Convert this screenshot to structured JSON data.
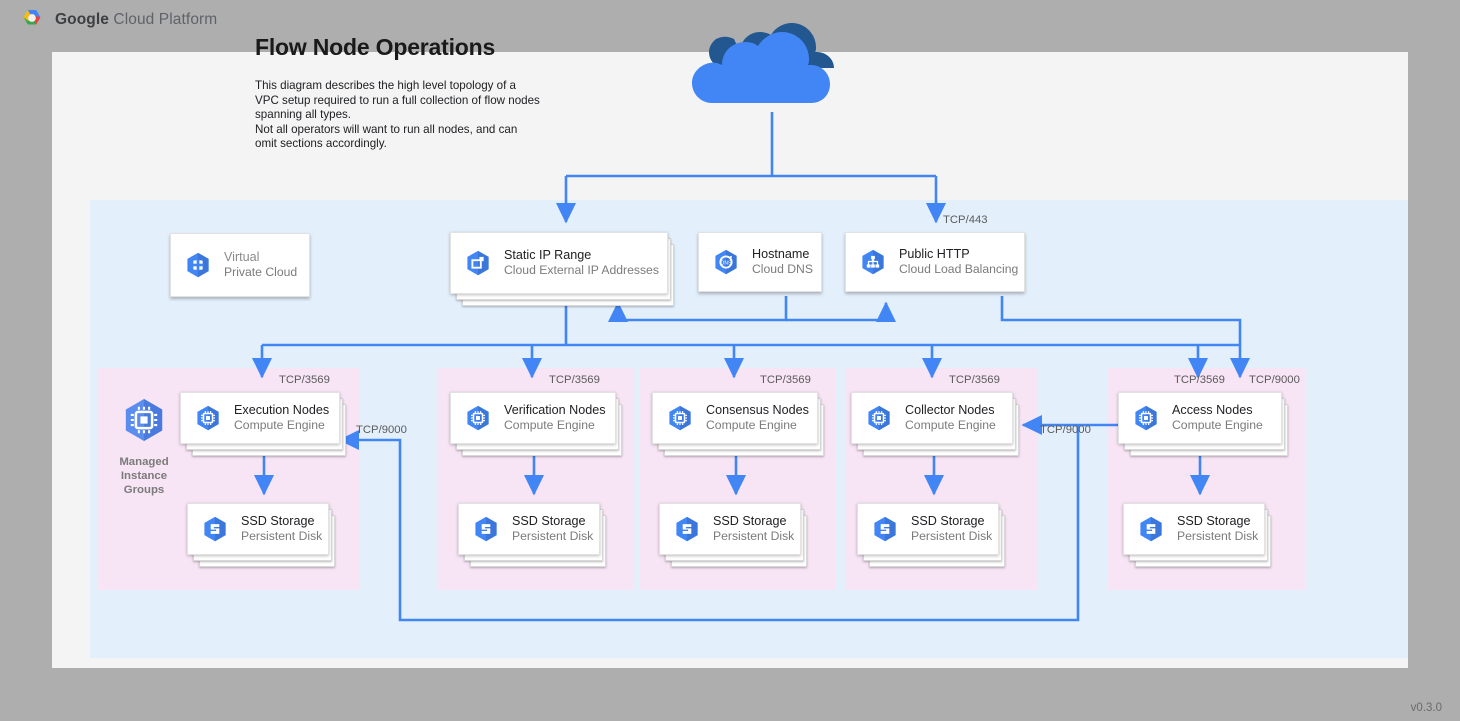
{
  "header": {
    "brand_bold": "Google",
    "brand_rest": " Cloud Platform",
    "logo_icon": "gcp-hexagon-logo"
  },
  "version": "v0.3.0",
  "diagram": {
    "title": "Flow Node Operations",
    "description": "This diagram describes the high level topology of a VPC setup required to run a full collection of flow nodes spanning all types.\nNot all operators will want to run all nodes, and can omit sections accordingly.",
    "internet_icon": "cloud-icon"
  },
  "colors": {
    "page_background": "#aeaeae",
    "canvas": "#f4f4f4",
    "vpc_region": "#e3f0fc",
    "group_box": "#f7e4f4",
    "connector": "#4285f4",
    "gcp_blue": "#4285f4",
    "text_primary": "#202124",
    "text_secondary": "#7b7b7b"
  },
  "top_nodes": [
    {
      "title": "Virtual",
      "subtitle": "Private Cloud",
      "icon": "virtual-private-cloud-icon",
      "muted": true,
      "stacked": false
    },
    {
      "title": "Static IP Range",
      "subtitle": "Cloud External IP Addresses",
      "icon": "external-ip-icon",
      "muted": false,
      "stacked": true
    },
    {
      "title": "Hostname",
      "subtitle": "Cloud DNS",
      "icon": "cloud-dns-icon",
      "muted": false,
      "stacked": false
    },
    {
      "title": "Public HTTP",
      "subtitle": "Cloud Load Balancing",
      "icon": "cloud-load-balancing-icon",
      "muted": false,
      "stacked": false
    }
  ],
  "managed_instance_groups": {
    "label": "Managed\nInstance\nGroups",
    "icon": "managed-instance-groups-icon"
  },
  "node_groups": [
    {
      "node_title": "Execution Nodes",
      "node_subtitle": "Compute Engine",
      "node_icon": "compute-engine-icon",
      "storage_title": "SSD Storage",
      "storage_subtitle": "Persistent Disk",
      "storage_icon": "persistent-disk-icon",
      "inbound_port": "TCP/3569"
    },
    {
      "node_title": "Verification Nodes",
      "node_subtitle": "Compute Engine",
      "node_icon": "compute-engine-icon",
      "storage_title": "SSD Storage",
      "storage_subtitle": "Persistent Disk",
      "storage_icon": "persistent-disk-icon",
      "inbound_port": "TCP/3569"
    },
    {
      "node_title": "Consensus Nodes",
      "node_subtitle": "Compute Engine",
      "node_icon": "compute-engine-icon",
      "storage_title": "SSD Storage",
      "storage_subtitle": "Persistent Disk",
      "storage_icon": "persistent-disk-icon",
      "inbound_port": "TCP/3569"
    },
    {
      "node_title": "Collector Nodes",
      "node_subtitle": "Compute Engine",
      "node_icon": "compute-engine-icon",
      "storage_title": "SSD Storage",
      "storage_subtitle": "Persistent Disk",
      "storage_icon": "persistent-disk-icon",
      "inbound_port": "TCP/3569"
    },
    {
      "node_title": "Access Nodes",
      "node_subtitle": "Compute Engine",
      "node_icon": "compute-engine-icon",
      "storage_title": "SSD Storage",
      "storage_subtitle": "Persistent Disk",
      "storage_icon": "persistent-disk-icon",
      "inbound_port": "TCP/3569"
    }
  ],
  "port_labels": {
    "lb_https": "TCP/443",
    "access_extra": "TCP/9000",
    "access_to_collector": "TCP/9000",
    "access_to_execution": "TCP/9000"
  }
}
